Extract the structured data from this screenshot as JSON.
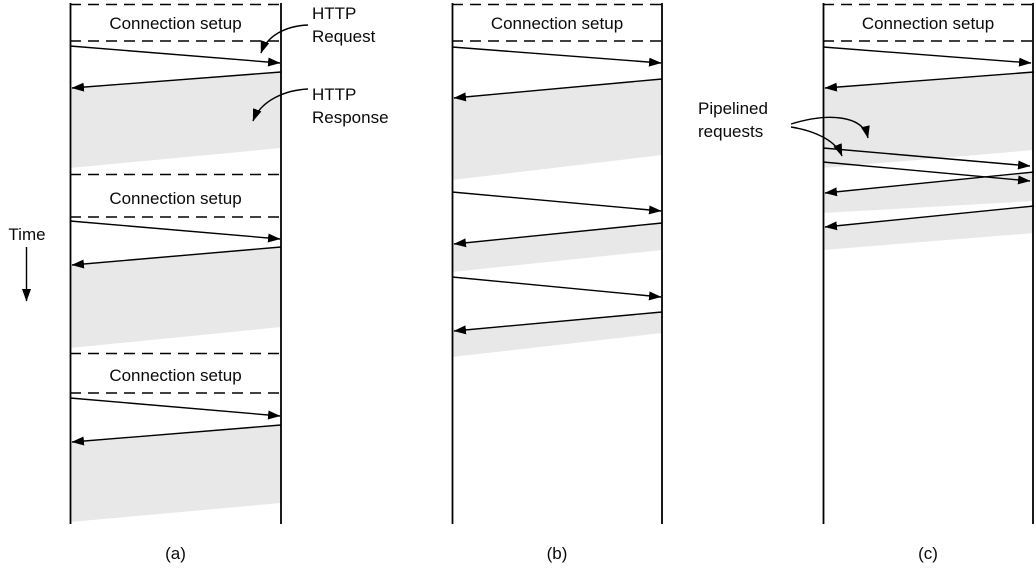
{
  "diagram": {
    "description": "HTTP over TCP connection timing diagram with three scenarios",
    "annotations": {
      "time_label": "Time",
      "http_request_label": "HTTP Request",
      "http_response_label": "HTTP Response",
      "pipelined_label": "Pipelined requests"
    },
    "lanes": [
      {
        "caption": "(a)",
        "setup_labels": [
          "Connection setup",
          "Connection setup",
          "Connection setup"
        ],
        "exchanges": 3,
        "style": "one connection per request"
      },
      {
        "caption": "(b)",
        "setup_labels": [
          "Connection setup"
        ],
        "exchanges": 3,
        "style": "persistent connection, sequential requests"
      },
      {
        "caption": "(c)",
        "setup_labels": [
          "Connection setup"
        ],
        "exchanges": 3,
        "style": "persistent connection, pipelined requests"
      }
    ],
    "colors": {
      "shade": "#e8e8e8",
      "line": "#000000",
      "background": "#ffffff"
    }
  }
}
